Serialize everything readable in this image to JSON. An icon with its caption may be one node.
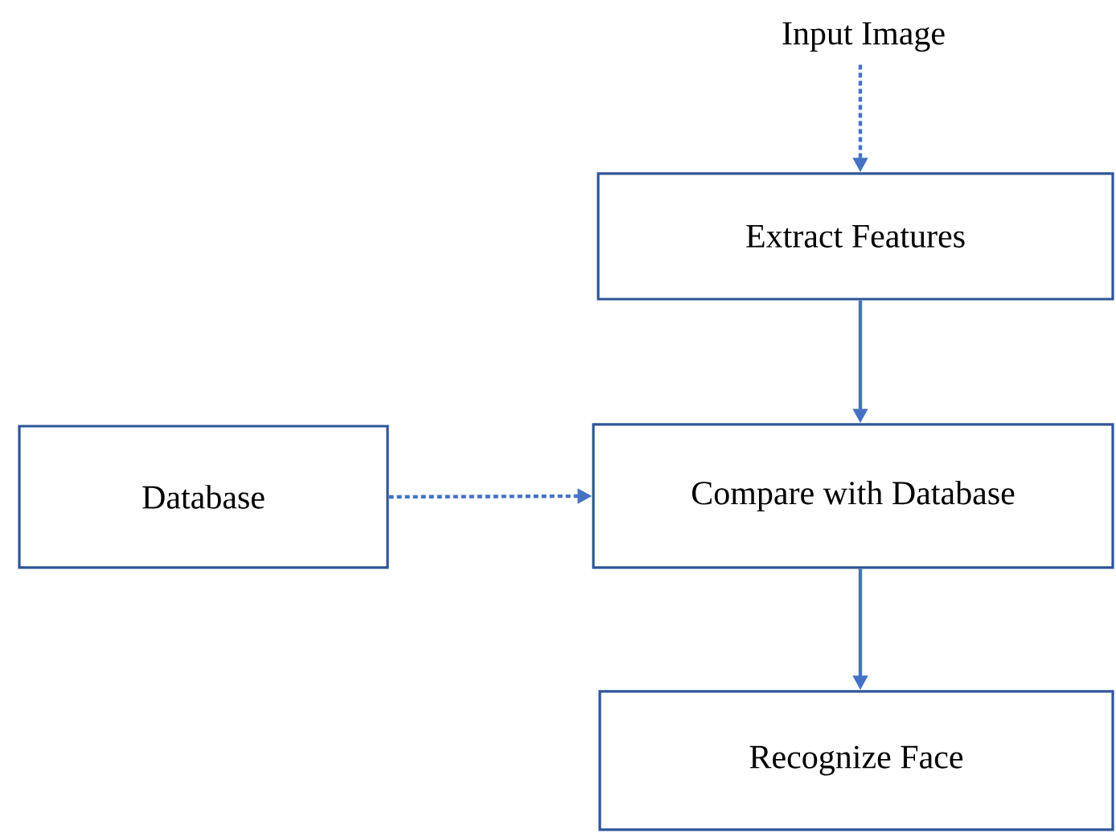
{
  "diagram": {
    "nodes": [
      {
        "text": [
          "Input Image"
        ]
      },
      {
        "text": [
          "Extract Features"
        ]
      },
      {
        "text": [
          "Database"
        ]
      },
      {
        "text": [
          "Compare with Database"
        ]
      },
      {
        "text": [
          "Recognize Face"
        ]
      }
    ],
    "edges": [
      {
        "from": 0,
        "to": 1,
        "arrow": "to",
        "style": "dashed"
      },
      {
        "from": 1,
        "to": 3,
        "arrow": "to"
      },
      {
        "from": 2,
        "to": 3,
        "arrow": "to",
        "style": "dashed"
      },
      {
        "from": 3,
        "to": 4,
        "arrow": "to"
      }
    ]
  }
}
